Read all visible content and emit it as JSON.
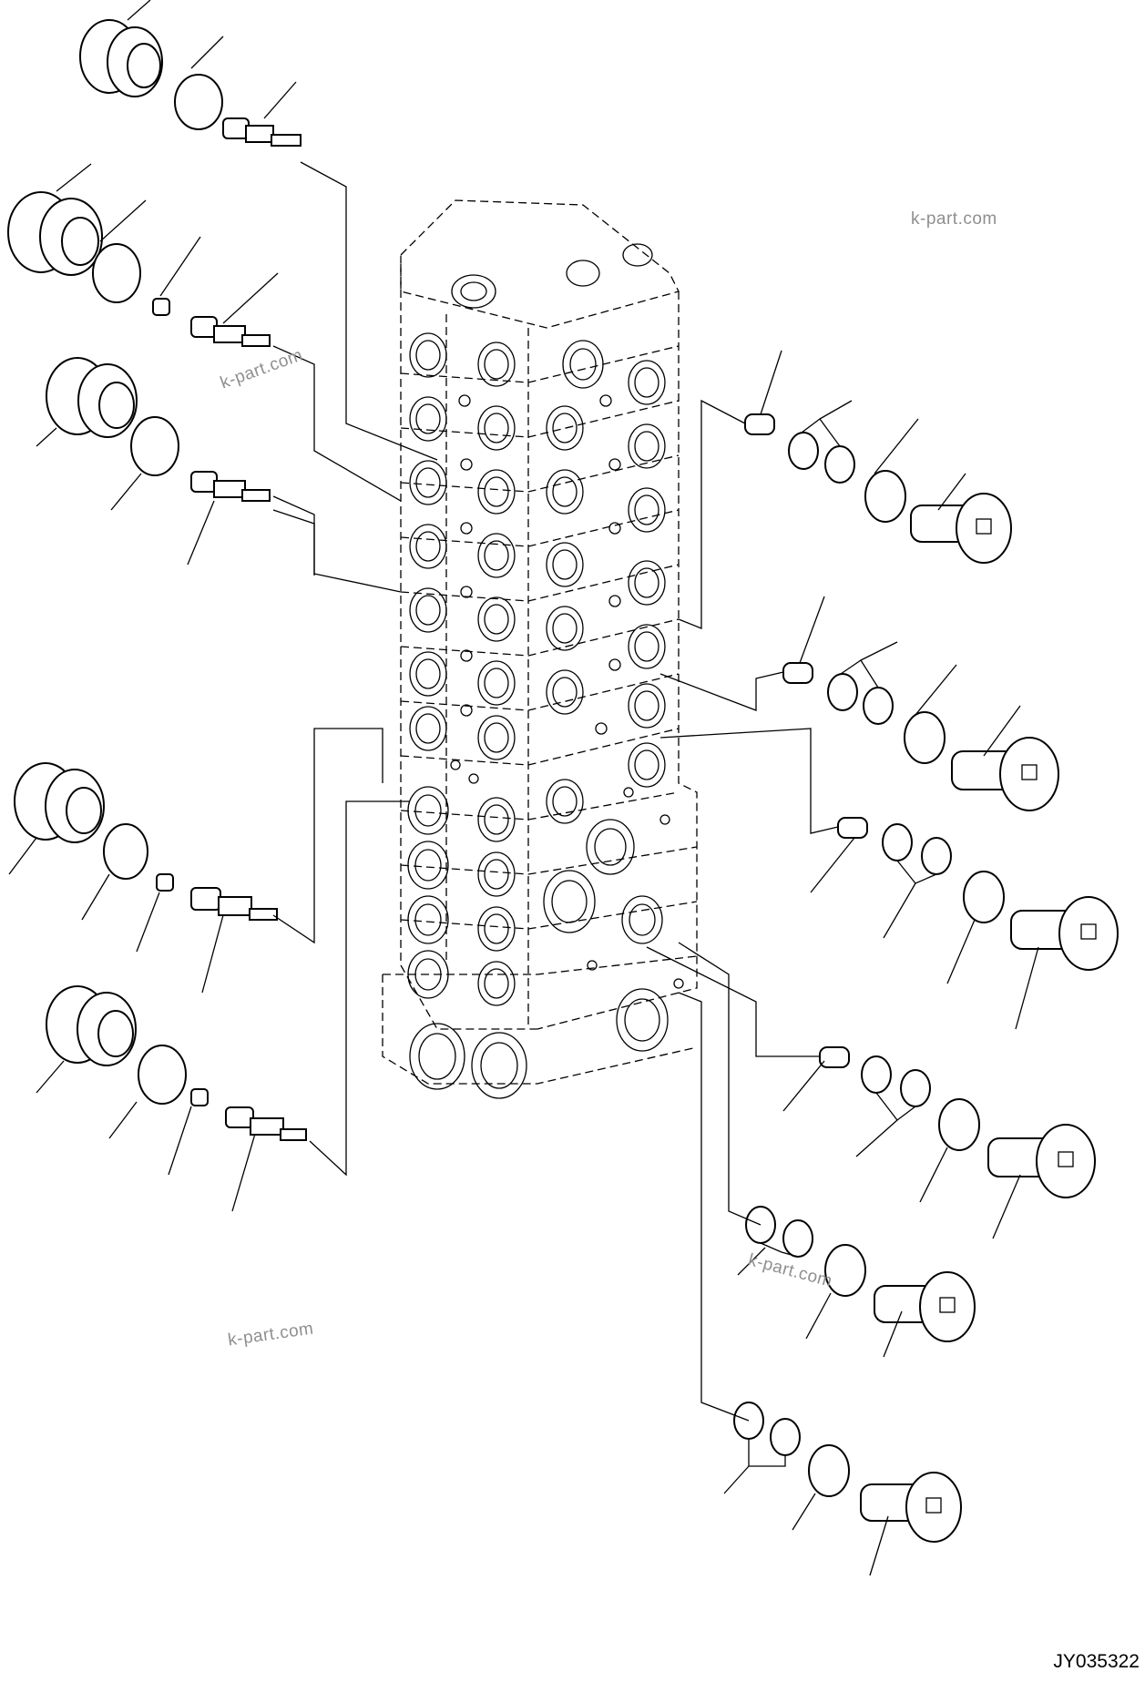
{
  "drawing_id": "JY035322",
  "watermarks": [
    "k-part.com",
    "k-part.com",
    "k-part.com",
    "k-part.com"
  ]
}
